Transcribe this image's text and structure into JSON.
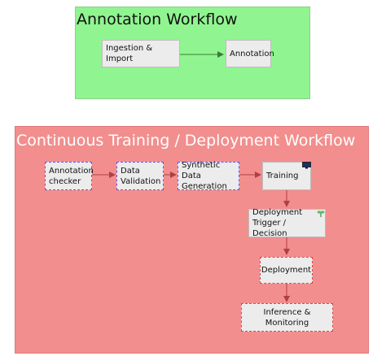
{
  "groups": {
    "annotation_workflow": {
      "title": "Annotation Workflow"
    },
    "ct_deployment_workflow": {
      "title": "Continuous Training / Deployment Workflow"
    }
  },
  "nodes": {
    "ingestion_import": {
      "label": "Ingestion & Import"
    },
    "annotation": {
      "label": "Annotation"
    },
    "annotation_checker": {
      "label": "Annotation\nchecker"
    },
    "data_validation": {
      "label": "Data\nValidation"
    },
    "synthetic_data_generation": {
      "label": "Synthetic Data\nGeneration"
    },
    "training": {
      "label": "Training",
      "badge_icon": "monitor-icon"
    },
    "deployment_trigger": {
      "label": "Deployment\nTrigger / Decision",
      "badge_icon": "sprout-icon"
    },
    "deployment": {
      "label": "Deployment"
    },
    "inference_monitoring": {
      "label": "Inference & Monitoring"
    }
  },
  "colors": {
    "annotation_group_bg": "#90f590",
    "ct_group_bg": "#f28e8e",
    "node_bg": "#ececec",
    "purple_dash": "#6f54d9",
    "red_dash": "#d94a4a",
    "edge_green": "#3a7a3a",
    "edge_red": "#b04040"
  }
}
